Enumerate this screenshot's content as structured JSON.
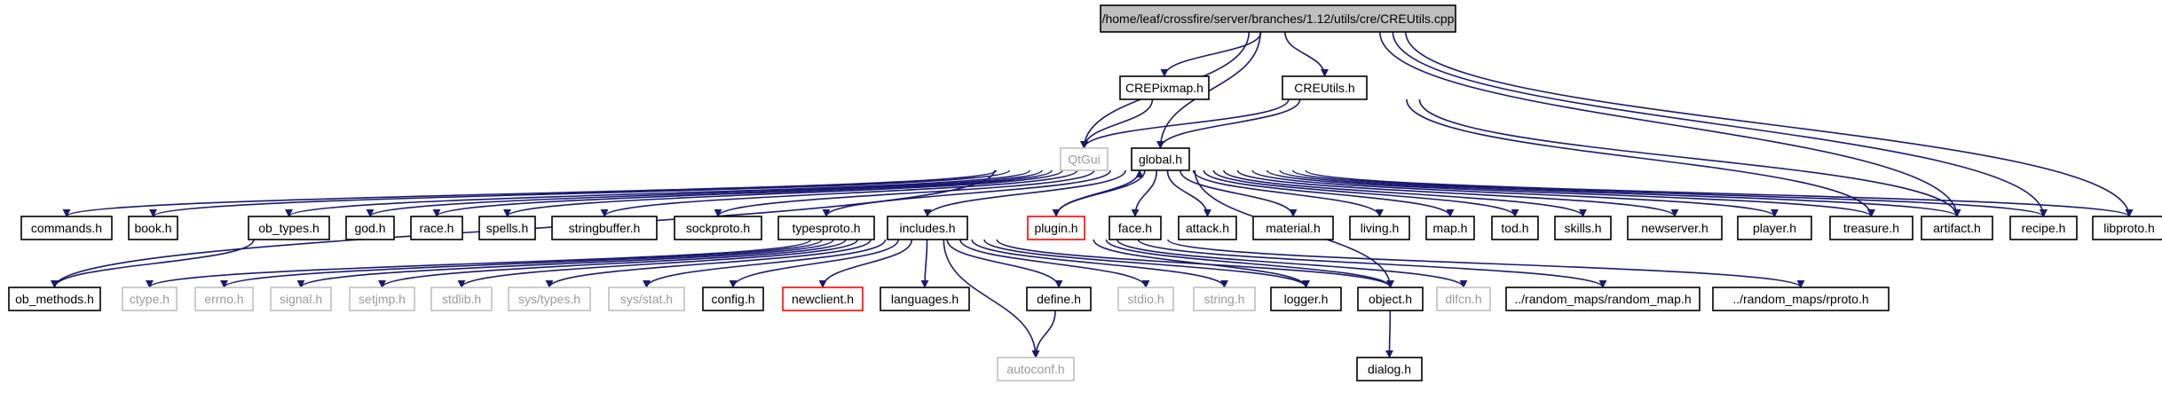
{
  "colors": {
    "edge": "#191970",
    "normal_border": "#000000",
    "muted_border": "#bfbfbf",
    "truncated_border": "#ff0000",
    "root_fill": "#bfbfbf",
    "muted_text": "#9a9a9a"
  },
  "nodes": [
    {
      "id": "root",
      "label": "/home/leaf/crossfire/server/branches/1.12/utils/cre/CREUtils.cpp",
      "kind": "root"
    },
    {
      "id": "crepixmap",
      "label": "CREPixmap.h",
      "kind": "normal"
    },
    {
      "id": "creutils",
      "label": "CREUtils.h",
      "kind": "normal"
    },
    {
      "id": "qtgui",
      "label": "QtGui",
      "kind": "muted"
    },
    {
      "id": "global",
      "label": "global.h",
      "kind": "normal"
    },
    {
      "id": "commands",
      "label": "commands.h",
      "kind": "normal"
    },
    {
      "id": "book",
      "label": "book.h",
      "kind": "normal"
    },
    {
      "id": "obtypes",
      "label": "ob_types.h",
      "kind": "normal"
    },
    {
      "id": "god",
      "label": "god.h",
      "kind": "normal"
    },
    {
      "id": "race",
      "label": "race.h",
      "kind": "normal"
    },
    {
      "id": "spells",
      "label": "spells.h",
      "kind": "normal"
    },
    {
      "id": "stringbuffer",
      "label": "stringbuffer.h",
      "kind": "normal"
    },
    {
      "id": "sockproto",
      "label": "sockproto.h",
      "kind": "normal"
    },
    {
      "id": "typesproto",
      "label": "typesproto.h",
      "kind": "normal"
    },
    {
      "id": "includes",
      "label": "includes.h",
      "kind": "normal"
    },
    {
      "id": "plugin",
      "label": "plugin.h",
      "kind": "truncated"
    },
    {
      "id": "face",
      "label": "face.h",
      "kind": "normal"
    },
    {
      "id": "attack",
      "label": "attack.h",
      "kind": "normal"
    },
    {
      "id": "material",
      "label": "material.h",
      "kind": "normal"
    },
    {
      "id": "living",
      "label": "living.h",
      "kind": "normal"
    },
    {
      "id": "map",
      "label": "map.h",
      "kind": "normal"
    },
    {
      "id": "tod",
      "label": "tod.h",
      "kind": "normal"
    },
    {
      "id": "skills",
      "label": "skills.h",
      "kind": "normal"
    },
    {
      "id": "newserver",
      "label": "newserver.h",
      "kind": "normal"
    },
    {
      "id": "player",
      "label": "player.h",
      "kind": "normal"
    },
    {
      "id": "treasure",
      "label": "treasure.h",
      "kind": "normal"
    },
    {
      "id": "artifact",
      "label": "artifact.h",
      "kind": "normal"
    },
    {
      "id": "recipe",
      "label": "recipe.h",
      "kind": "normal"
    },
    {
      "id": "libproto",
      "label": "libproto.h",
      "kind": "normal"
    },
    {
      "id": "obmethods",
      "label": "ob_methods.h",
      "kind": "normal"
    },
    {
      "id": "ctype",
      "label": "ctype.h",
      "kind": "muted"
    },
    {
      "id": "errno",
      "label": "errno.h",
      "kind": "muted"
    },
    {
      "id": "signal",
      "label": "signal.h",
      "kind": "muted"
    },
    {
      "id": "setjmp",
      "label": "setjmp.h",
      "kind": "muted"
    },
    {
      "id": "stdlib",
      "label": "stdlib.h",
      "kind": "muted"
    },
    {
      "id": "systypes",
      "label": "sys/types.h",
      "kind": "muted"
    },
    {
      "id": "sysstat",
      "label": "sys/stat.h",
      "kind": "muted"
    },
    {
      "id": "config",
      "label": "config.h",
      "kind": "normal"
    },
    {
      "id": "newclient",
      "label": "newclient.h",
      "kind": "truncated"
    },
    {
      "id": "languages",
      "label": "languages.h",
      "kind": "normal"
    },
    {
      "id": "define",
      "label": "define.h",
      "kind": "normal"
    },
    {
      "id": "stdio",
      "label": "stdio.h",
      "kind": "muted"
    },
    {
      "id": "string",
      "label": "string.h",
      "kind": "muted"
    },
    {
      "id": "logger",
      "label": "logger.h",
      "kind": "normal"
    },
    {
      "id": "object",
      "label": "object.h",
      "kind": "normal"
    },
    {
      "id": "dlfcn",
      "label": "dlfcn.h",
      "kind": "muted"
    },
    {
      "id": "randommap",
      "label": "../random_maps/random_map.h",
      "kind": "normal"
    },
    {
      "id": "rproto",
      "label": "../random_maps/rproto.h",
      "kind": "normal"
    },
    {
      "id": "autoconf",
      "label": "autoconf.h",
      "kind": "muted"
    },
    {
      "id": "dialog",
      "label": "dialog.h",
      "kind": "normal"
    }
  ],
  "edges": [
    [
      "root",
      "crepixmap"
    ],
    [
      "root",
      "creutils"
    ],
    [
      "root",
      "qtgui"
    ],
    [
      "root",
      "global"
    ],
    [
      "root",
      "artifact"
    ],
    [
      "root",
      "recipe"
    ],
    [
      "root",
      "libproto"
    ],
    [
      "crepixmap",
      "qtgui"
    ],
    [
      "creutils",
      "qtgui"
    ],
    [
      "creutils",
      "global"
    ],
    [
      "creutils",
      "treasure"
    ],
    [
      "creutils",
      "artifact"
    ],
    [
      "global",
      "commands"
    ],
    [
      "global",
      "book"
    ],
    [
      "global",
      "obtypes"
    ],
    [
      "global",
      "god"
    ],
    [
      "global",
      "race"
    ],
    [
      "global",
      "spells"
    ],
    [
      "global",
      "stringbuffer"
    ],
    [
      "global",
      "sockproto"
    ],
    [
      "global",
      "typesproto"
    ],
    [
      "global",
      "includes"
    ],
    [
      "global",
      "plugin"
    ],
    [
      "global",
      "face"
    ],
    [
      "global",
      "attack"
    ],
    [
      "global",
      "material"
    ],
    [
      "global",
      "living"
    ],
    [
      "global",
      "map"
    ],
    [
      "global",
      "tod"
    ],
    [
      "global",
      "skills"
    ],
    [
      "global",
      "newserver"
    ],
    [
      "global",
      "player"
    ],
    [
      "global",
      "treasure"
    ],
    [
      "global",
      "artifact"
    ],
    [
      "global",
      "recipe"
    ],
    [
      "global",
      "libproto"
    ],
    [
      "global",
      "obmethods"
    ],
    [
      "global",
      "object"
    ],
    [
      "plugin",
      "global"
    ],
    [
      "plugin",
      "logger"
    ],
    [
      "plugin",
      "object"
    ],
    [
      "plugin",
      "dlfcn"
    ],
    [
      "plugin",
      "randommap"
    ],
    [
      "plugin",
      "rproto"
    ],
    [
      "obtypes",
      "obmethods"
    ],
    [
      "includes",
      "ctype"
    ],
    [
      "includes",
      "errno"
    ],
    [
      "includes",
      "signal"
    ],
    [
      "includes",
      "setjmp"
    ],
    [
      "includes",
      "stdlib"
    ],
    [
      "includes",
      "systypes"
    ],
    [
      "includes",
      "sysstat"
    ],
    [
      "includes",
      "config"
    ],
    [
      "includes",
      "newclient"
    ],
    [
      "includes",
      "languages"
    ],
    [
      "includes",
      "define"
    ],
    [
      "includes",
      "stdio"
    ],
    [
      "includes",
      "string"
    ],
    [
      "includes",
      "logger"
    ],
    [
      "includes",
      "object"
    ],
    [
      "includes",
      "autoconf"
    ],
    [
      "define",
      "autoconf"
    ],
    [
      "object",
      "dialog"
    ]
  ]
}
